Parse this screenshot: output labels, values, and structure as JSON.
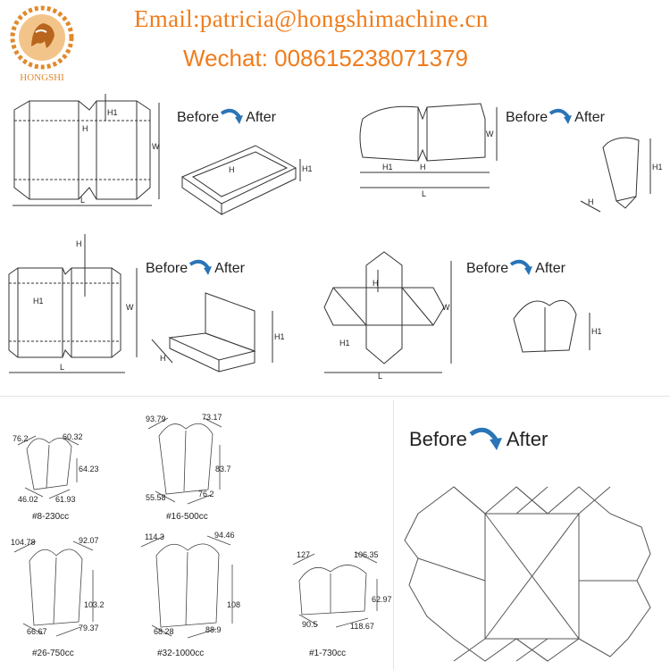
{
  "header": {
    "logo_text": "HONGSHI",
    "email": "Email:patricia@hongshimachine.cn",
    "wechat": "Wechat: 008615238071379"
  },
  "before_after": {
    "before": "Before",
    "after": "After"
  },
  "diagram1": {
    "labels": [
      "H1",
      "H",
      "W",
      "L",
      "H1",
      "H"
    ]
  },
  "diagram2": {
    "labels": [
      "W",
      "H1",
      "H",
      "L",
      "H1",
      "H"
    ]
  },
  "diagram3": {
    "labels": [
      "H",
      "H1",
      "W",
      "L",
      "H",
      "H1"
    ]
  },
  "diagram4": {
    "labels": [
      "H",
      "W",
      "H1",
      "L",
      "H1"
    ]
  },
  "boxes": [
    {
      "caption": "#8-230cc",
      "dims": [
        "76.2",
        "60.32",
        "64.23",
        "46.02",
        "61.93"
      ]
    },
    {
      "caption": "#16-500cc",
      "dims": [
        "93.79",
        "73.17",
        "83.7",
        "55.58",
        "76.2"
      ]
    },
    {
      "caption": "#26-750cc",
      "dims": [
        "104.78",
        "92.07",
        "103.2",
        "66.67",
        "79.37"
      ]
    },
    {
      "caption": "#32-1000cc",
      "dims": [
        "114.3",
        "94.46",
        "108",
        "68.28",
        "88.9"
      ]
    },
    {
      "caption": "#1-730cc",
      "dims": [
        "127",
        "106.35",
        "62.97",
        "90.5",
        "118.67"
      ]
    }
  ]
}
